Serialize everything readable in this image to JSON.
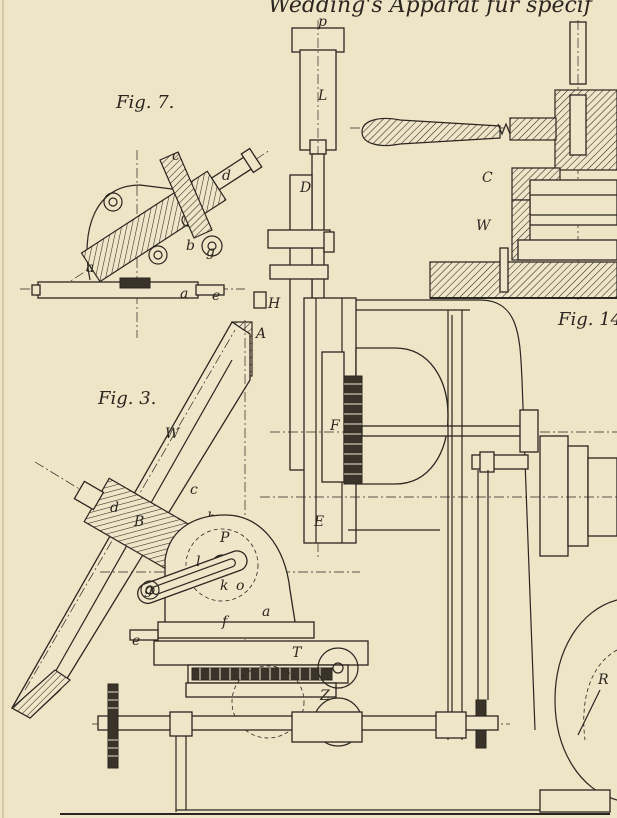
{
  "title": "Wedding's Apparat für specif",
  "figures": {
    "fig7": {
      "caption": "Fig. 7.",
      "labels": {
        "c": "c",
        "d": "d",
        "a": "a",
        "b": "b",
        "g": "g",
        "a2": "a",
        "e": "e"
      }
    },
    "fig3": {
      "caption": "Fig. 3.",
      "labels": {
        "W": "W",
        "d": "d",
        "B": "B",
        "c": "c",
        "b": "b",
        "P": "P",
        "l": "l",
        "g": "g",
        "k": "k",
        "o": "o",
        "a": "a",
        "e": "e",
        "f": "f",
        "T": "T",
        "Z": "Z"
      }
    },
    "fig14": {
      "caption": "Fig. 14",
      "labels": {
        "C": "C",
        "W": "W"
      }
    },
    "main": {
      "labels": {
        "p": "p",
        "L": "L",
        "D": "D",
        "H": "H",
        "A": "A",
        "F": "F",
        "E": "E",
        "R": "R"
      }
    }
  }
}
